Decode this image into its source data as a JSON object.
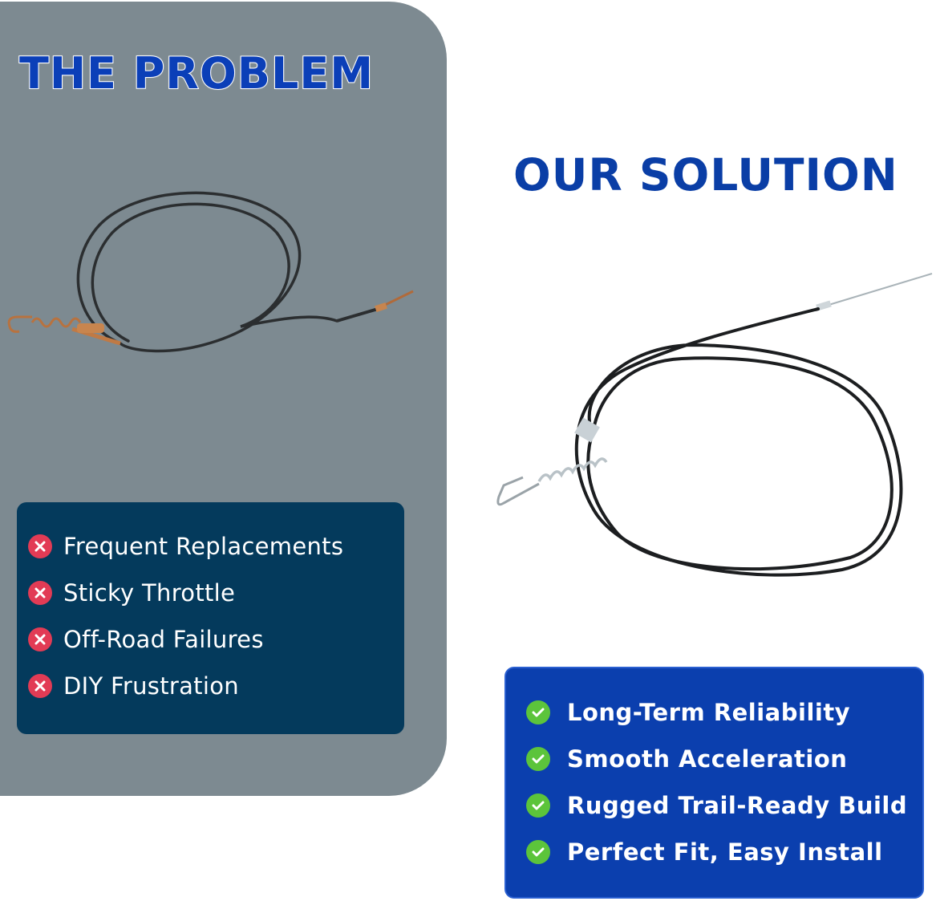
{
  "problem": {
    "title": "THE PROBLEM",
    "icon": "x-mark-icon",
    "icon_color": "#e23b55",
    "items": [
      {
        "label": "Frequent Replacements"
      },
      {
        "label": "Sticky Throttle"
      },
      {
        "label": "Off-Road Failures"
      },
      {
        "label": "DIY Frustration"
      }
    ]
  },
  "solution": {
    "title": "OUR SOLUTION",
    "icon": "check-mark-icon",
    "icon_color": "#5cc43b",
    "items": [
      {
        "label": "Long-Term Reliability"
      },
      {
        "label": "Smooth Acceleration"
      },
      {
        "label": "Rugged Trail-Ready Build"
      },
      {
        "label": "Perfect Fit, Easy Install"
      }
    ]
  },
  "colors": {
    "problem_panel": "#7d8a91",
    "problem_box": "#043a5c",
    "solution_box": "#0b3fae",
    "title_blue": "#0b3fb8"
  }
}
